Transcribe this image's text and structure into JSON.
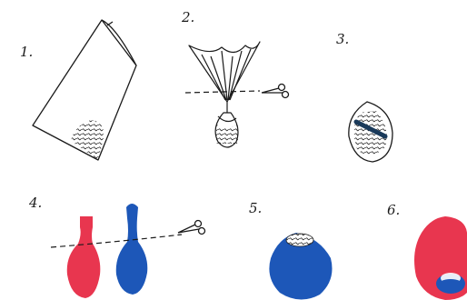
{
  "steps": [
    {
      "label": "1.",
      "illustration": "cut-bag-corner-with-beads"
    },
    {
      "label": "2.",
      "illustration": "bag-gathered-with-cut-line-and-scissors"
    },
    {
      "label": "3.",
      "illustration": "beads-pouch-tied"
    },
    {
      "label": "4.",
      "illustration": "balloons-with-cut-line-and-scissors"
    },
    {
      "label": "5.",
      "illustration": "blue-balloon-over-beads"
    },
    {
      "label": "6.",
      "illustration": "red-balloon-over-blue-ball"
    }
  ],
  "colors": {
    "ink": "#1a1a1a",
    "balloon_red": "#e8364f",
    "balloon_blue": "#1d57b8"
  },
  "icons": [
    "scissors-icon",
    "scissors-icon"
  ]
}
